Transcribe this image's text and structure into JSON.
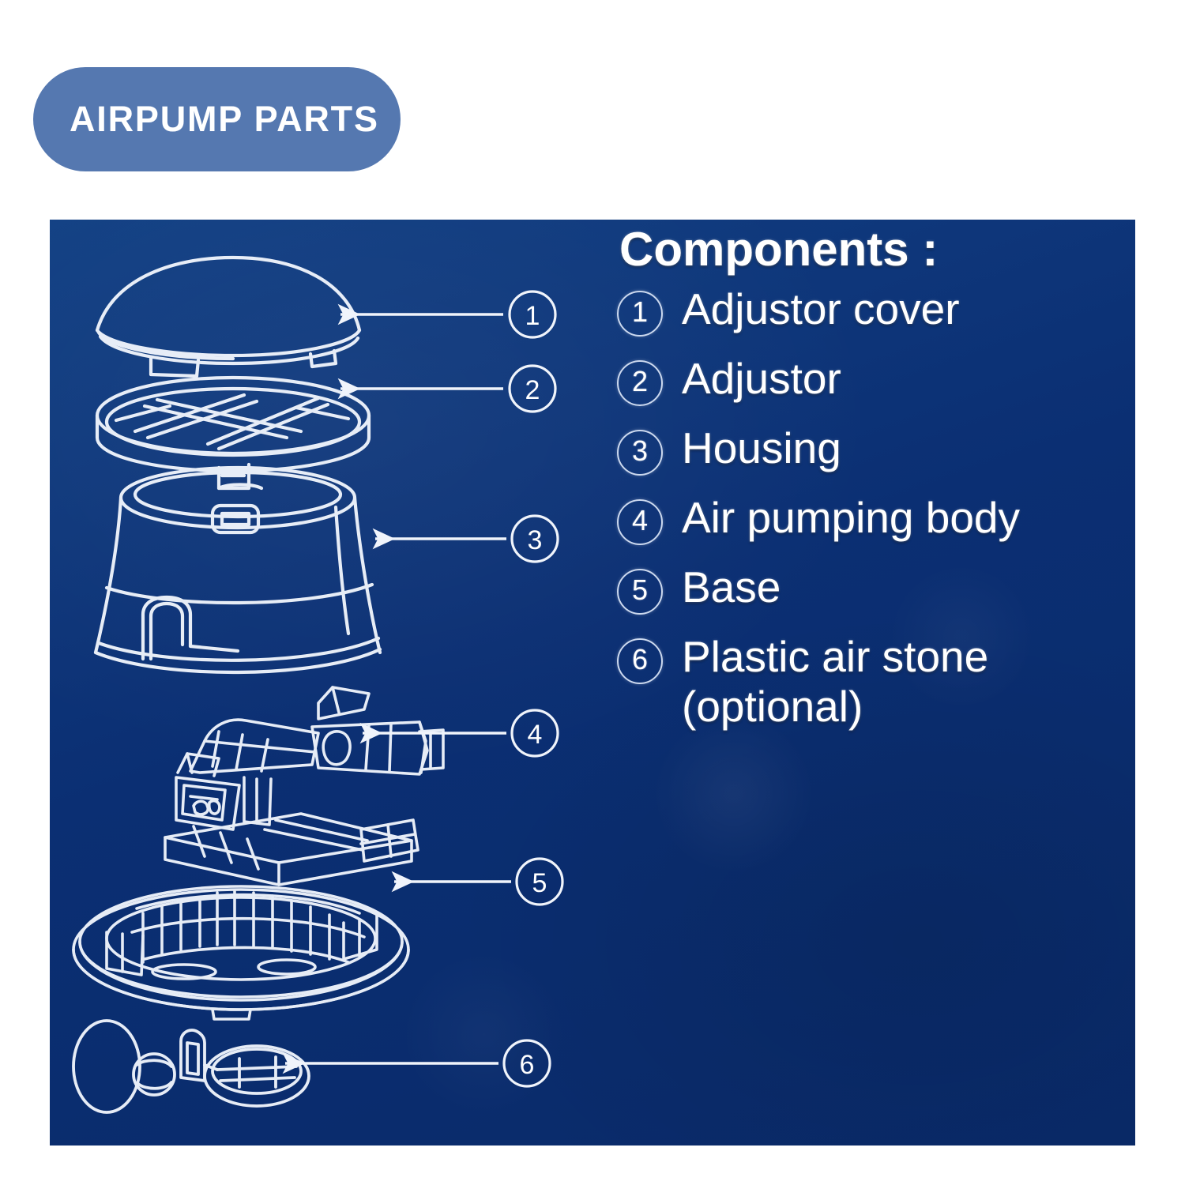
{
  "badge": {
    "label": "AIRPUMP PARTS",
    "color": "#5578b0",
    "text_color": "#ffffff"
  },
  "panel": {
    "background_color": "#0d3277",
    "line_color": "#ffffff"
  },
  "components": {
    "heading": "Components :",
    "items": [
      {
        "number": "1",
        "label": "Adjustor cover"
      },
      {
        "number": "2",
        "label": "Adjustor"
      },
      {
        "number": "3",
        "label": "Housing"
      },
      {
        "number": "4",
        "label": "Air pumping body"
      },
      {
        "number": "5",
        "label": "Base"
      },
      {
        "number": "6",
        "label": "Plastic air stone\n(optional)"
      }
    ]
  },
  "callouts": [
    {
      "number": "1",
      "part": "adjustor-cover"
    },
    {
      "number": "2",
      "part": "adjustor"
    },
    {
      "number": "3",
      "part": "housing"
    },
    {
      "number": "4",
      "part": "air-pumping-body"
    },
    {
      "number": "5",
      "part": "base"
    },
    {
      "number": "6",
      "part": "plastic-air-stone"
    }
  ],
  "exploded_parts": [
    {
      "number": "1",
      "name": "adjustor-cover"
    },
    {
      "number": "2",
      "name": "adjustor"
    },
    {
      "number": "3",
      "name": "housing"
    },
    {
      "number": "4",
      "name": "air-pumping-body"
    },
    {
      "number": "5",
      "name": "base"
    },
    {
      "number": "6",
      "name": "plastic-air-stone"
    }
  ]
}
